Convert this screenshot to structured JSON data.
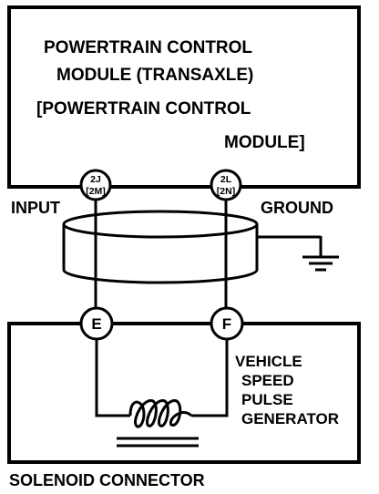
{
  "module": {
    "lines": [
      "POWERTRAIN CONTROL",
      "MODULE (TRANSAXLE)",
      "[POWERTRAIN CONTROL",
      "MODULE]"
    ]
  },
  "pins": {
    "input_pin": {
      "top": "2J",
      "bottom": "[2M]"
    },
    "ground_pin": {
      "top": "2L",
      "bottom": "[2N]"
    }
  },
  "labels": {
    "input": "INPUT",
    "ground": "GROUND",
    "connector_e": "E",
    "connector_f": "F",
    "sensor": [
      "VEHICLE",
      "SPEED",
      "PULSE",
      "GENERATOR"
    ],
    "solenoid_connector": "SOLENOID CONNECTOR"
  }
}
